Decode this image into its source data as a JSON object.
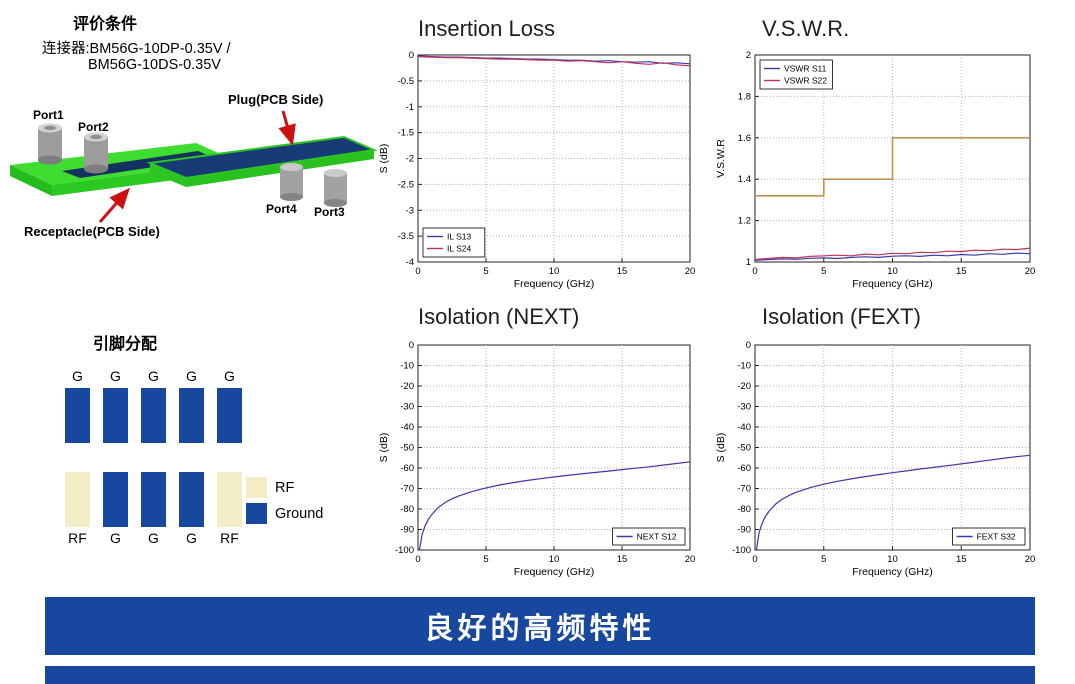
{
  "colors": {
    "banner_blue": "#17479E",
    "ground_blue": "#17479E",
    "rf_cream": "#F2ECC7",
    "pcb_green": "#3EDD30",
    "plug_navy": "#173C75",
    "arrow_red": "#CC1111"
  },
  "eval": {
    "title": "评价条件",
    "connector_line1": "连接器:BM56G-10DP-0.35V /",
    "connector_line2": "BM56G-10DS-0.35V",
    "plug_label": "Plug(PCB Side)",
    "receptacle_label": "Receptacle(PCB Side)",
    "ports": [
      "Port1",
      "Port2",
      "Port3",
      "Port4"
    ]
  },
  "pins": {
    "title": "引脚分配",
    "top_labels": [
      "G",
      "G",
      "G",
      "G",
      "G"
    ],
    "bottom_labels": [
      "RF",
      "G",
      "G",
      "G",
      "RF"
    ],
    "legend_rf": "RF",
    "legend_ground": "Ground"
  },
  "banner": {
    "text": "良好的高频特性"
  },
  "chart_data": [
    {
      "id": "insertion-loss",
      "type": "line",
      "title": "Insertion Loss",
      "xlabel": "Frequency (GHz)",
      "ylabel": "S (dB)",
      "xlim": [
        0,
        20
      ],
      "ylim": [
        -4,
        0
      ],
      "xticks": [
        0,
        5,
        10,
        15,
        20
      ],
      "yticks": [
        0,
        -0.5,
        -1,
        -1.5,
        -2,
        -2.5,
        -3,
        -3.5,
        -4
      ],
      "grid": true,
      "legend_pos": "bottom-left",
      "series": [
        {
          "name": "IL S13",
          "color": "#3939A8",
          "x": [
            0,
            1,
            2,
            3,
            4,
            5,
            6,
            7,
            8,
            9,
            10,
            11,
            12,
            13,
            14,
            15,
            16,
            17,
            18,
            19,
            20
          ],
          "y": [
            -0.02,
            -0.03,
            -0.04,
            -0.04,
            -0.05,
            -0.06,
            -0.06,
            -0.07,
            -0.08,
            -0.08,
            -0.09,
            -0.1,
            -0.1,
            -0.12,
            -0.11,
            -0.13,
            -0.14,
            -0.13,
            -0.16,
            -0.15,
            -0.17
          ]
        },
        {
          "name": "IL S24",
          "color": "#C23358",
          "x": [
            0,
            1,
            2,
            3,
            4,
            5,
            6,
            7,
            8,
            9,
            10,
            11,
            12,
            13,
            14,
            15,
            16,
            17,
            18,
            19,
            20
          ],
          "y": [
            -0.03,
            -0.04,
            -0.05,
            -0.05,
            -0.06,
            -0.07,
            -0.08,
            -0.08,
            -0.09,
            -0.1,
            -0.1,
            -0.12,
            -0.11,
            -0.13,
            -0.15,
            -0.13,
            -0.16,
            -0.18,
            -0.15,
            -0.19,
            -0.21
          ]
        }
      ]
    },
    {
      "id": "vswr",
      "type": "line",
      "title": "V.S.W.R.",
      "xlabel": "Frequency (GHz)",
      "ylabel": "V.S.W.R",
      "xlim": [
        0,
        20
      ],
      "ylim": [
        1,
        2
      ],
      "xticks": [
        0,
        5,
        10,
        15,
        20
      ],
      "yticks": [
        1,
        1.2,
        1.4,
        1.6,
        1.8,
        2
      ],
      "grid": true,
      "legend_pos": "top-left",
      "limit": {
        "color": "#C4924E",
        "x": [
          0,
          5,
          5,
          10,
          10,
          20
        ],
        "y": [
          1.32,
          1.32,
          1.4,
          1.4,
          1.6,
          1.6
        ]
      },
      "series": [
        {
          "name": "VSWR S11",
          "color": "#3939A8",
          "x": [
            0,
            1,
            2,
            3,
            4,
            5,
            6,
            7,
            8,
            9,
            10,
            11,
            12,
            13,
            14,
            15,
            16,
            17,
            18,
            19,
            20
          ],
          "y": [
            1.008,
            1.012,
            1.015,
            1.013,
            1.018,
            1.02,
            1.017,
            1.022,
            1.025,
            1.022,
            1.028,
            1.03,
            1.027,
            1.033,
            1.03,
            1.036,
            1.033,
            1.04,
            1.037,
            1.043,
            1.04
          ]
        },
        {
          "name": "VSWR S22",
          "color": "#C23358",
          "x": [
            0,
            1,
            2,
            3,
            4,
            5,
            6,
            7,
            8,
            9,
            10,
            11,
            12,
            13,
            14,
            15,
            16,
            17,
            18,
            19,
            20
          ],
          "y": [
            1.012,
            1.018,
            1.022,
            1.02,
            1.027,
            1.03,
            1.033,
            1.03,
            1.038,
            1.035,
            1.042,
            1.04,
            1.047,
            1.045,
            1.052,
            1.05,
            1.057,
            1.055,
            1.062,
            1.06,
            1.067
          ]
        }
      ]
    },
    {
      "id": "isolation-next",
      "type": "line",
      "title": "Isolation (NEXT)",
      "xlabel": "Frequency (GHz)",
      "ylabel": "S (dB)",
      "xlim": [
        0,
        20
      ],
      "ylim": [
        -100,
        0
      ],
      "xticks": [
        0,
        5,
        10,
        15,
        20
      ],
      "yticks": [
        0,
        -10,
        -20,
        -30,
        -40,
        -50,
        -60,
        -70,
        -80,
        -90,
        -100
      ],
      "grid": true,
      "legend_pos": "bottom-right",
      "series": [
        {
          "name": "NEXT S12",
          "color": "#3939A8",
          "x": [
            0.1,
            0.3,
            0.5,
            0.75,
            1,
            1.5,
            2,
            2.5,
            3,
            4,
            5,
            6,
            7,
            8,
            9,
            10,
            11,
            12,
            13,
            14,
            15,
            16,
            17,
            18,
            19,
            20
          ],
          "y": [
            -100,
            -92.5,
            -88.5,
            -85.2,
            -82.8,
            -79.2,
            -76.8,
            -75.0,
            -73.6,
            -71.4,
            -69.7,
            -68.3,
            -67.1,
            -66.1,
            -65.2,
            -64.4,
            -63.6,
            -62.9,
            -62.2,
            -61.5,
            -60.8,
            -60.1,
            -59.4,
            -58.6,
            -57.8,
            -57.0
          ]
        }
      ]
    },
    {
      "id": "isolation-fext",
      "type": "line",
      "title": "Isolation (FEXT)",
      "xlabel": "Frequency (GHz)",
      "ylabel": "S (dB)",
      "xlim": [
        0,
        20
      ],
      "ylim": [
        -100,
        0
      ],
      "xticks": [
        0,
        5,
        10,
        15,
        20
      ],
      "yticks": [
        0,
        -10,
        -20,
        -30,
        -40,
        -50,
        -60,
        -70,
        -80,
        -90,
        -100
      ],
      "grid": true,
      "legend_pos": "bottom-right",
      "series": [
        {
          "name": "FEXT S32",
          "color": "#3939A8",
          "x": [
            0.1,
            0.3,
            0.5,
            0.75,
            1,
            1.5,
            2,
            2.5,
            3,
            4,
            5,
            6,
            7,
            8,
            9,
            10,
            11,
            12,
            13,
            14,
            15,
            16,
            17,
            18,
            19,
            20
          ],
          "y": [
            -100,
            -91.5,
            -87.2,
            -83.7,
            -81.2,
            -77.6,
            -75.1,
            -73.3,
            -71.8,
            -69.6,
            -67.9,
            -66.5,
            -65.3,
            -64.2,
            -63.2,
            -62.3,
            -61.4,
            -60.5,
            -59.7,
            -58.9,
            -58.0,
            -57.1,
            -56.2,
            -55.3,
            -54.5,
            -53.8
          ]
        }
      ]
    }
  ]
}
